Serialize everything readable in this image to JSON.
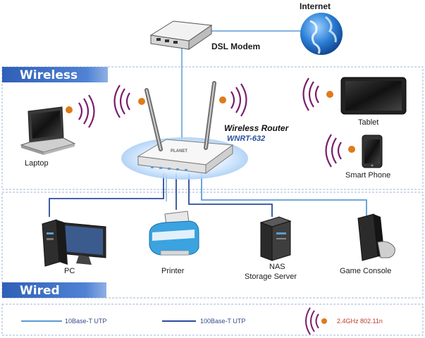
{
  "internet": {
    "label": "Internet"
  },
  "modem": {
    "label": "DSL Modem"
  },
  "wireless_section": {
    "title": "Wireless"
  },
  "wired_section": {
    "title": "Wired"
  },
  "router": {
    "title": "Wireless Router",
    "model": "WNRT-632",
    "brand": "PLANET"
  },
  "devices": {
    "laptop": "Laptop",
    "tablet": "Tablet",
    "smartphone": "Smart Phone",
    "pc": "PC",
    "printer": "Printer",
    "nas_line1": "NAS",
    "nas_line2": "Storage Server",
    "console": "Game Console"
  },
  "legend": {
    "item1": "10Base-T UTP",
    "item2": "100Base-T UTP",
    "item3": "2.4GHz 802.11n"
  },
  "colors": {
    "section_bar": "#3f6fc4",
    "section_border": "#9fb4d8",
    "cable_light": "#5b9bd5",
    "cable_dark": "#2b4c9c",
    "wifi_wave": "#7a1f6e",
    "wifi_dot": "#e07a1a"
  }
}
